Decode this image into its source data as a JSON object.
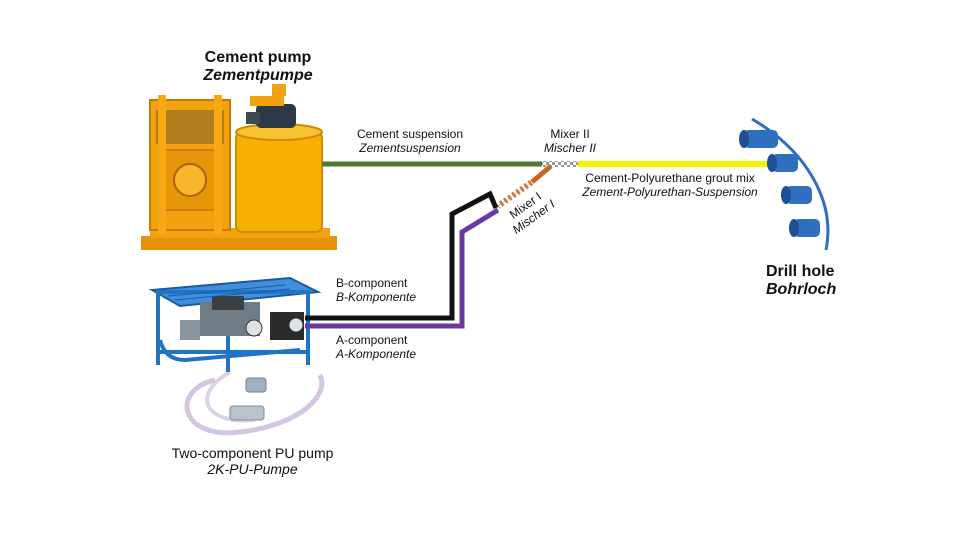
{
  "labels": {
    "cement_pump": {
      "en": "Cement pump",
      "de": "Zementpumpe"
    },
    "pu_pump": {
      "en": "Two-component PU pump",
      "de": "2K-PU-Pumpe"
    },
    "cement_suspension": {
      "en": "Cement suspension",
      "de": "Zementsuspension"
    },
    "mixer_2": {
      "en": "Mixer II",
      "de": "Mischer II"
    },
    "mixer_1": {
      "en": "Mixer I",
      "de": "Mischer I"
    },
    "grout_mix": {
      "en": "Cement-Polyurethane grout mix",
      "de": "Zement-Polyurethan-Suspension"
    },
    "b_component": {
      "en": "B-component",
      "de": "B-Komponente"
    },
    "a_component": {
      "en": "A-component",
      "de": "A-Komponente"
    },
    "drill_hole": {
      "en": "Drill hole",
      "de": "Bohrloch"
    }
  },
  "colors": {
    "cement_line": "#4e7a32",
    "grout_line": "#f7f000",
    "b_line": "#111111",
    "a_line": "#6a3aa0",
    "mixer_1_body": "#c8681e",
    "pump_orange": "#f2a20e",
    "pump_blue": "#1f74c4",
    "drill_blue": "#2f6fc0"
  }
}
